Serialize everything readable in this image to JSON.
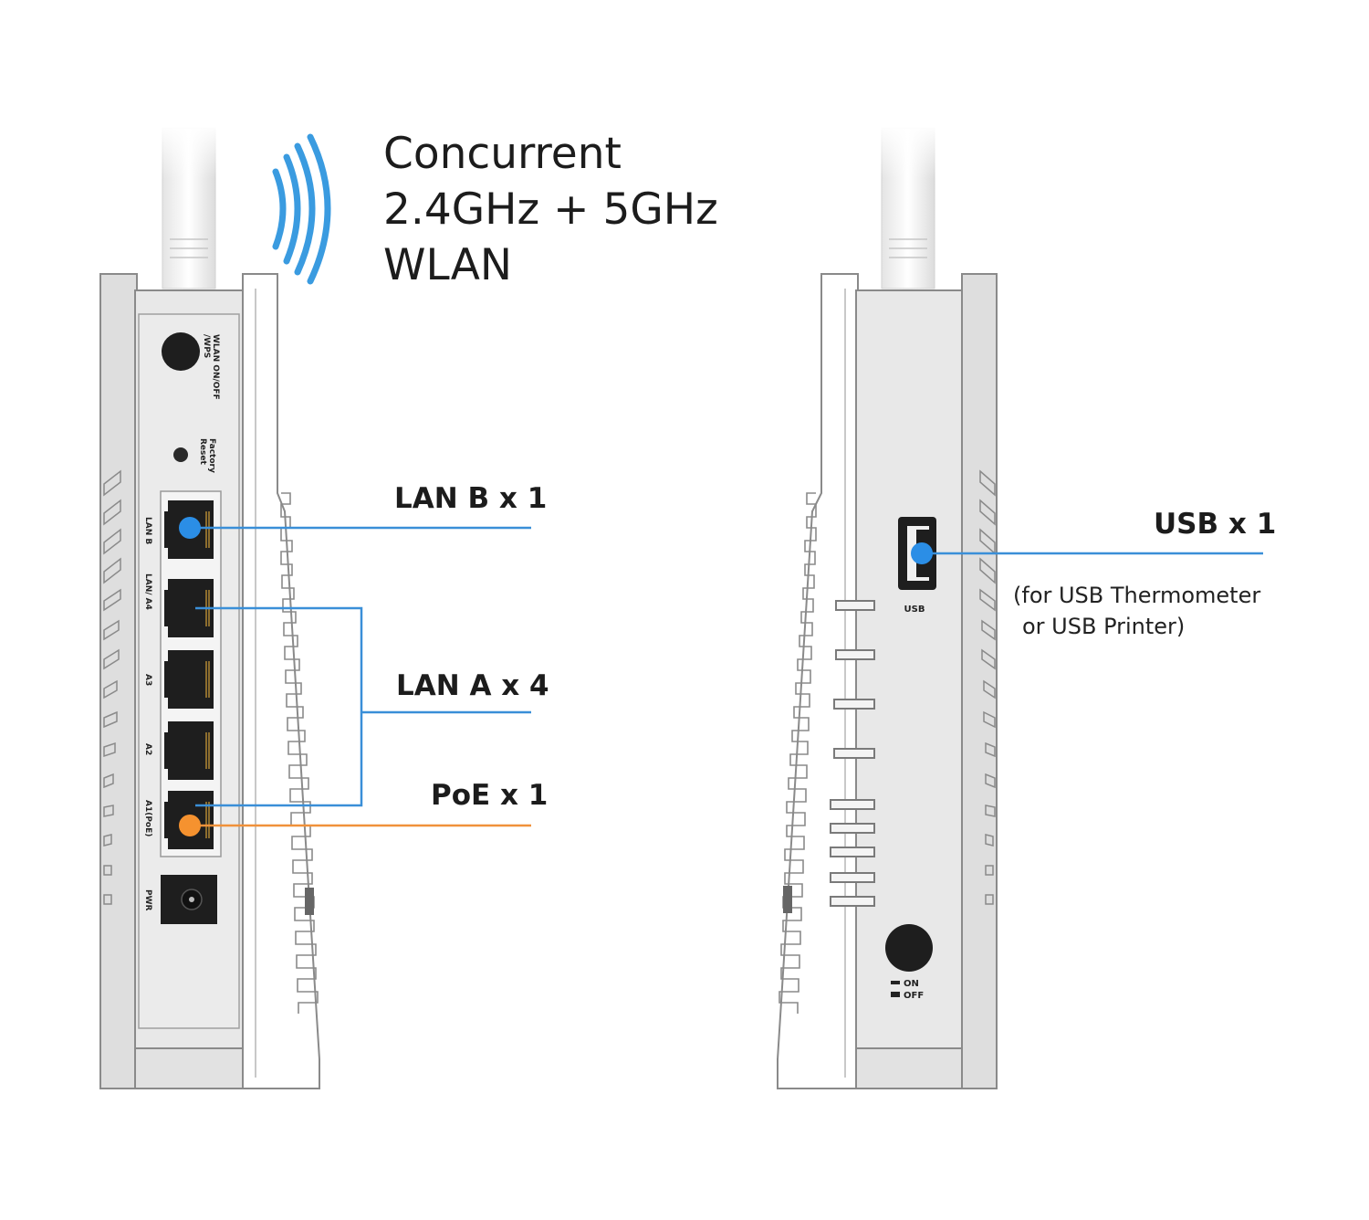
{
  "headline": {
    "line1": "Concurrent",
    "line2": "2.4GHz + 5GHz",
    "line3": "WLAN"
  },
  "callouts": {
    "lan_b": "LAN B x 1",
    "lan_a": "LAN A x 4",
    "poe": "PoE x 1",
    "usb": "USB x 1",
    "usb_note_line1": "(for USB Thermometer",
    "usb_note_line2": "or USB Printer)"
  },
  "back_panel": {
    "wps_label_1": "WLAN ON/OFF",
    "wps_label_2": "/WPS",
    "reset_label_1": "Factory",
    "reset_label_2": "Reset",
    "port_lan_b": "LAN B",
    "port_a4": "LAN/ A4",
    "port_a3": "A3",
    "port_a2": "A2",
    "port_a1": "A1(PoE)",
    "port_pwr": "PWR"
  },
  "side_panel": {
    "usb_port_label": "USB",
    "switch_on": "ON",
    "switch_off": "OFF"
  },
  "colors": {
    "lan_line": "#3a8fd8",
    "lan_dot": "#2b8ee6",
    "poe_line": "#f0913a",
    "poe_dot": "#f5922f",
    "wifi_arc": "#3a9be0",
    "body": "#e6e6e6",
    "body_outline": "#8a8a8a",
    "port": "#1e1e1e"
  }
}
